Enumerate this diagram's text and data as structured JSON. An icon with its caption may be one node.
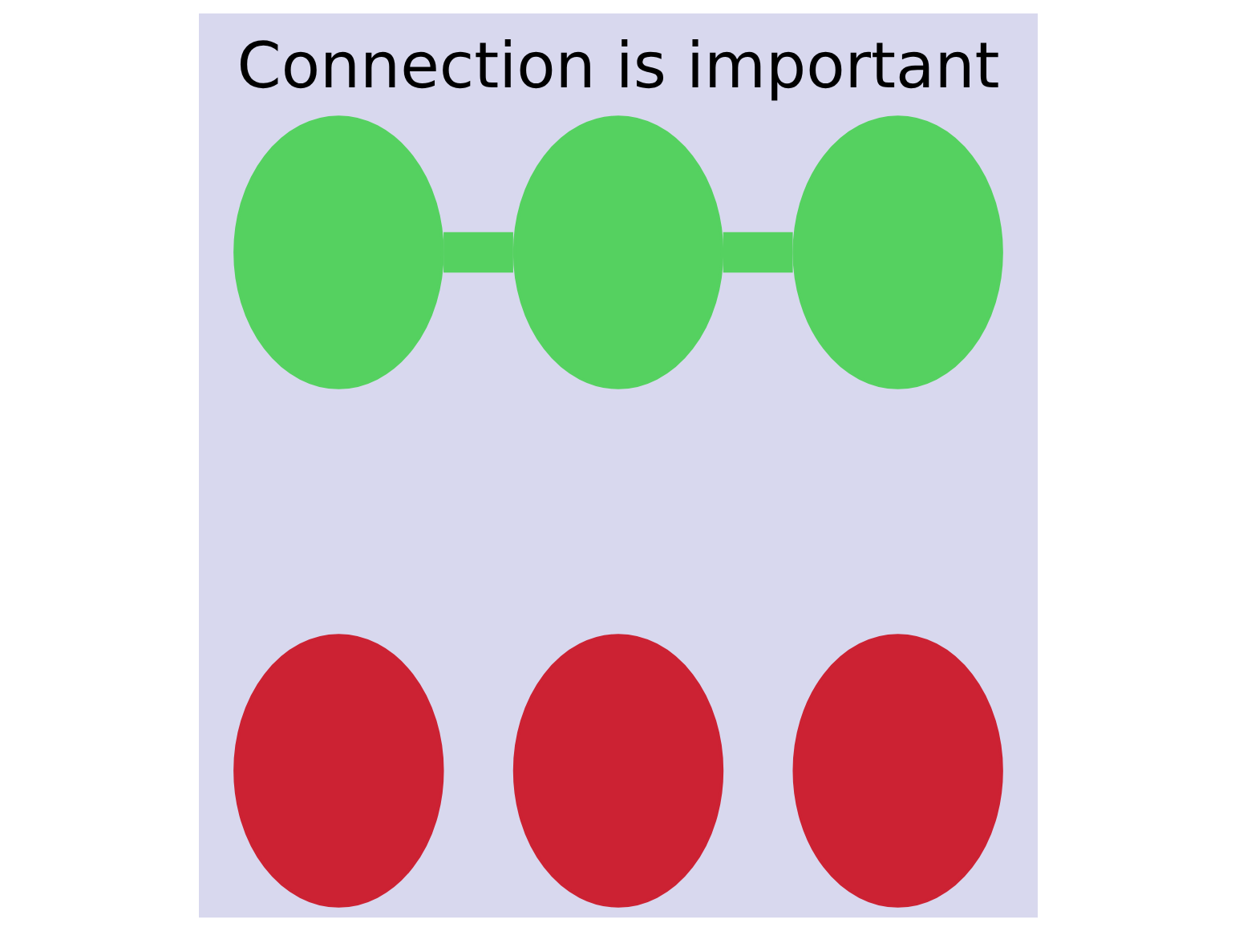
{
  "diagram": {
    "title": "Connection is important",
    "nodes": [
      {
        "text": [],
        "shape": "ellipse"
      },
      {
        "text": [],
        "shape": "ellipse"
      },
      {
        "text": [],
        "shape": "ellipse"
      },
      {
        "text": [],
        "shape": "ellipse"
      },
      {
        "text": [],
        "shape": "ellipse"
      },
      {
        "text": [],
        "shape": "ellipse"
      }
    ],
    "edges": [
      {
        "from": 0,
        "to": 1,
        "arrow": "none"
      },
      {
        "from": 1,
        "to": 2,
        "arrow": "none"
      }
    ]
  }
}
